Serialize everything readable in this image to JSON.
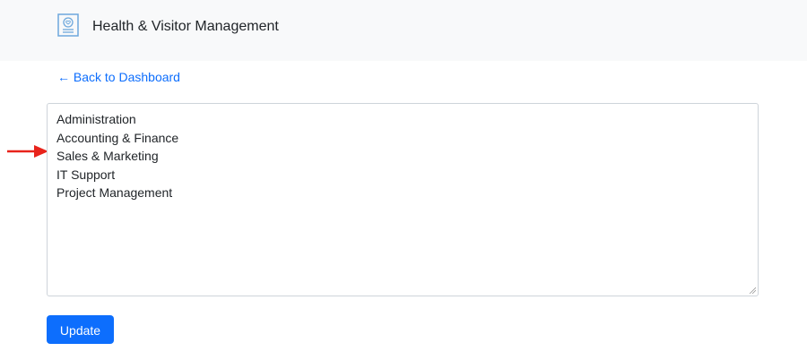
{
  "header": {
    "title": "Health & Visitor Management",
    "logo_icon": "health-card-icon",
    "logo_color": "#6ea8dc"
  },
  "nav": {
    "back_link": "← Back to Dashboard"
  },
  "textarea": {
    "lines": [
      "Administration",
      "Accounting & Finance",
      "Sales & Marketing",
      "IT Support",
      "Project Management"
    ]
  },
  "annotation": {
    "arrow_icon": "red-arrow-icon",
    "arrow_color": "#e8231b",
    "points_to_line": 2
  },
  "actions": {
    "update_label": "Update",
    "primary_color": "#0d6efd"
  }
}
